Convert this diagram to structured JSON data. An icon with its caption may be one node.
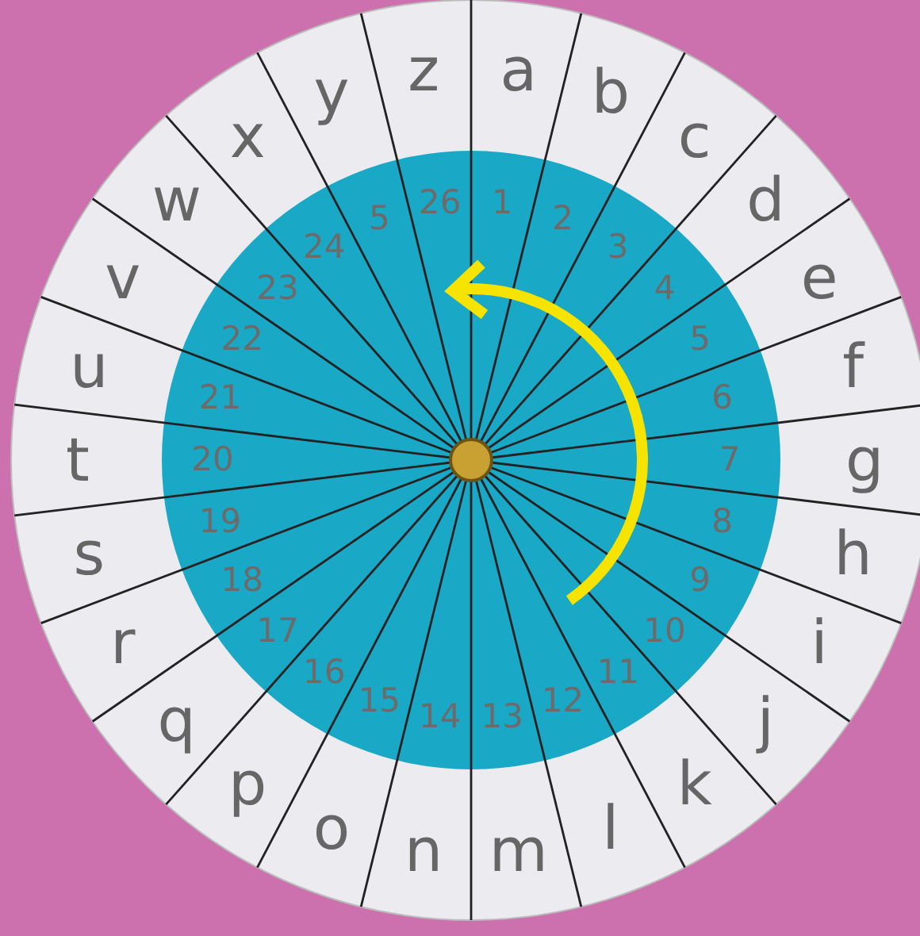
{
  "diagram": {
    "labels": [
      "a",
      "b",
      "c",
      "d",
      "e",
      "f",
      "g",
      "h",
      "i",
      "j",
      "k",
      "l",
      "m",
      "n",
      "o",
      "p",
      "q",
      "r",
      "s",
      "t",
      "u",
      "v",
      "w",
      "x",
      "y",
      "z",
      "1",
      "2",
      "3",
      "4",
      "5",
      "6",
      "7",
      "8",
      "9",
      "10",
      "11",
      "12",
      "13",
      "14",
      "15",
      "16",
      "17",
      "18",
      "19",
      "20",
      "21",
      "22",
      "23",
      "24",
      "5",
      "26"
    ]
  }
}
